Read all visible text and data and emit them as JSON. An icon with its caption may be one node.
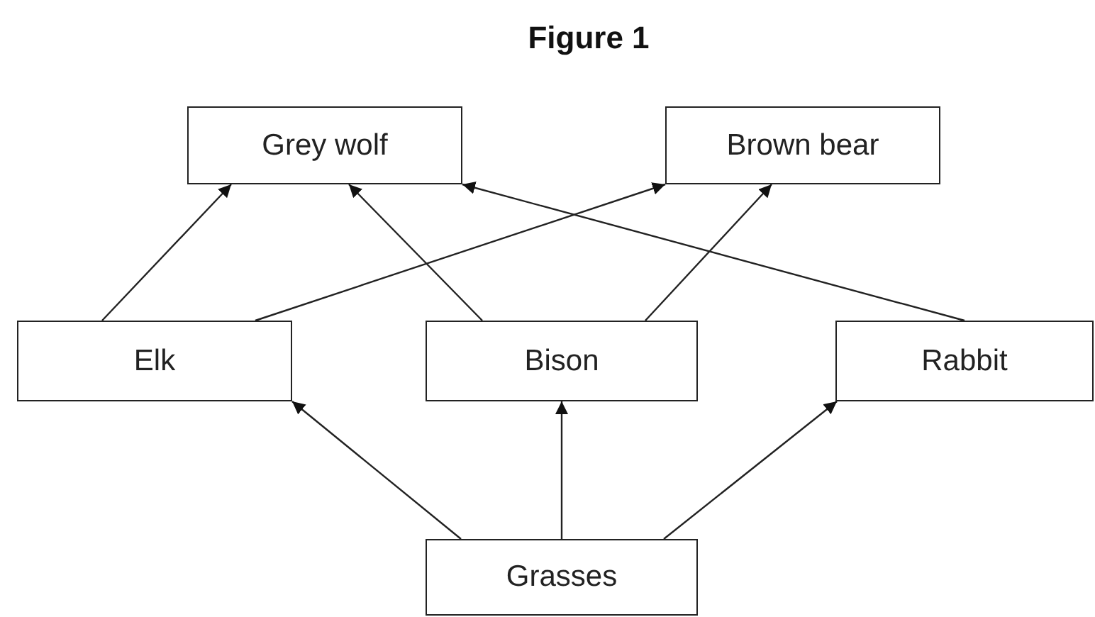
{
  "diagram": {
    "title": "Figure 1",
    "nodes": [
      {
        "text": [
          "Grey wolf"
        ]
      },
      {
        "text": [
          "Brown bear"
        ]
      },
      {
        "text": [
          "Elk"
        ]
      },
      {
        "text": [
          "Bison"
        ]
      },
      {
        "text": [
          "Rabbit"
        ]
      },
      {
        "text": [
          "Grasses"
        ]
      }
    ],
    "edges": [
      {
        "from": 2,
        "to": 0,
        "arrow": "to"
      },
      {
        "from": 2,
        "to": 1,
        "arrow": "to"
      },
      {
        "from": 3,
        "to": 0,
        "arrow": "to"
      },
      {
        "from": 3,
        "to": 1,
        "arrow": "to"
      },
      {
        "from": 4,
        "to": 0,
        "arrow": "to"
      },
      {
        "from": 5,
        "to": 2,
        "arrow": "to"
      },
      {
        "from": 5,
        "to": 3,
        "arrow": "to"
      },
      {
        "from": 5,
        "to": 4,
        "arrow": "to"
      }
    ]
  }
}
